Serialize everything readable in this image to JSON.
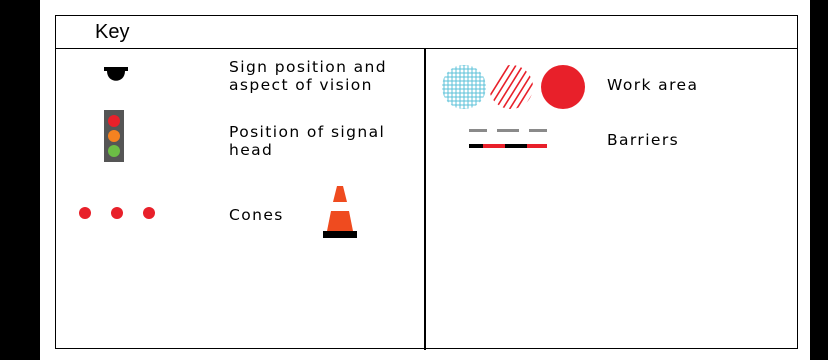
{
  "key": {
    "title": "Key",
    "left_items": [
      {
        "label_line1": "Sign position and",
        "label_line2": "aspect of vision",
        "symbol": "sign-position-icon"
      },
      {
        "label_line1": "Position of signal",
        "label_line2": "head",
        "symbol": "traffic-signal-icon"
      },
      {
        "label_line1": "Cones",
        "label_line2": "",
        "symbol": "cone-icon"
      }
    ],
    "right_items": [
      {
        "label": "Work area",
        "symbol": "work-area-icon"
      },
      {
        "label": "Barriers",
        "symbol": "barrier-icon"
      }
    ]
  },
  "colors": {
    "signal_red": "#e8202a",
    "signal_amber": "#f58220",
    "signal_green": "#6cbd45",
    "signal_housing": "#555555",
    "cone_orange": "#ef4b1f",
    "work_area_hatch_blue": "#5bc2d8",
    "work_area_red": "#e8202a",
    "barrier_grey": "#8a8a8a"
  }
}
